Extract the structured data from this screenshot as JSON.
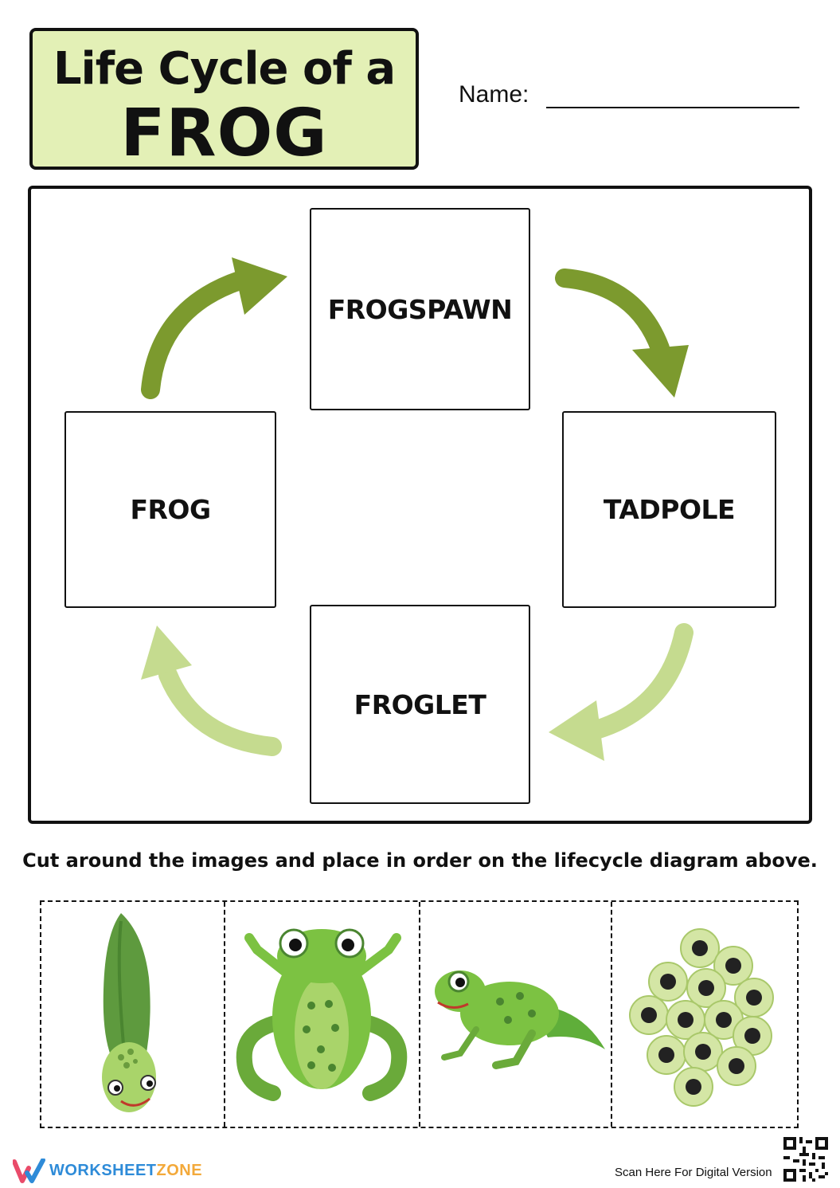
{
  "title": {
    "line1": "Life Cycle of a",
    "line2": "FROG"
  },
  "name_field": {
    "label": "Name:"
  },
  "stages": {
    "frogspawn": "FROGSPAWN",
    "tadpole": "TADPOLE",
    "froglet": "FROGLET",
    "frog": "FROG"
  },
  "instruction": "Cut around the images and place in order on the lifecycle diagram above.",
  "cutouts": [
    "tadpole-image",
    "frog-image",
    "froglet-image",
    "frogspawn-image"
  ],
  "colors": {
    "dark_arrow": "#7c9a2e",
    "light_arrow": "#c5db8f",
    "title_bg": "#e3f0b6",
    "frog_green": "#7cc242"
  },
  "footer": {
    "brand_main": "WORKSHEET",
    "brand_accent": "ZONE",
    "scan_text": "Scan Here For Digital Version"
  }
}
